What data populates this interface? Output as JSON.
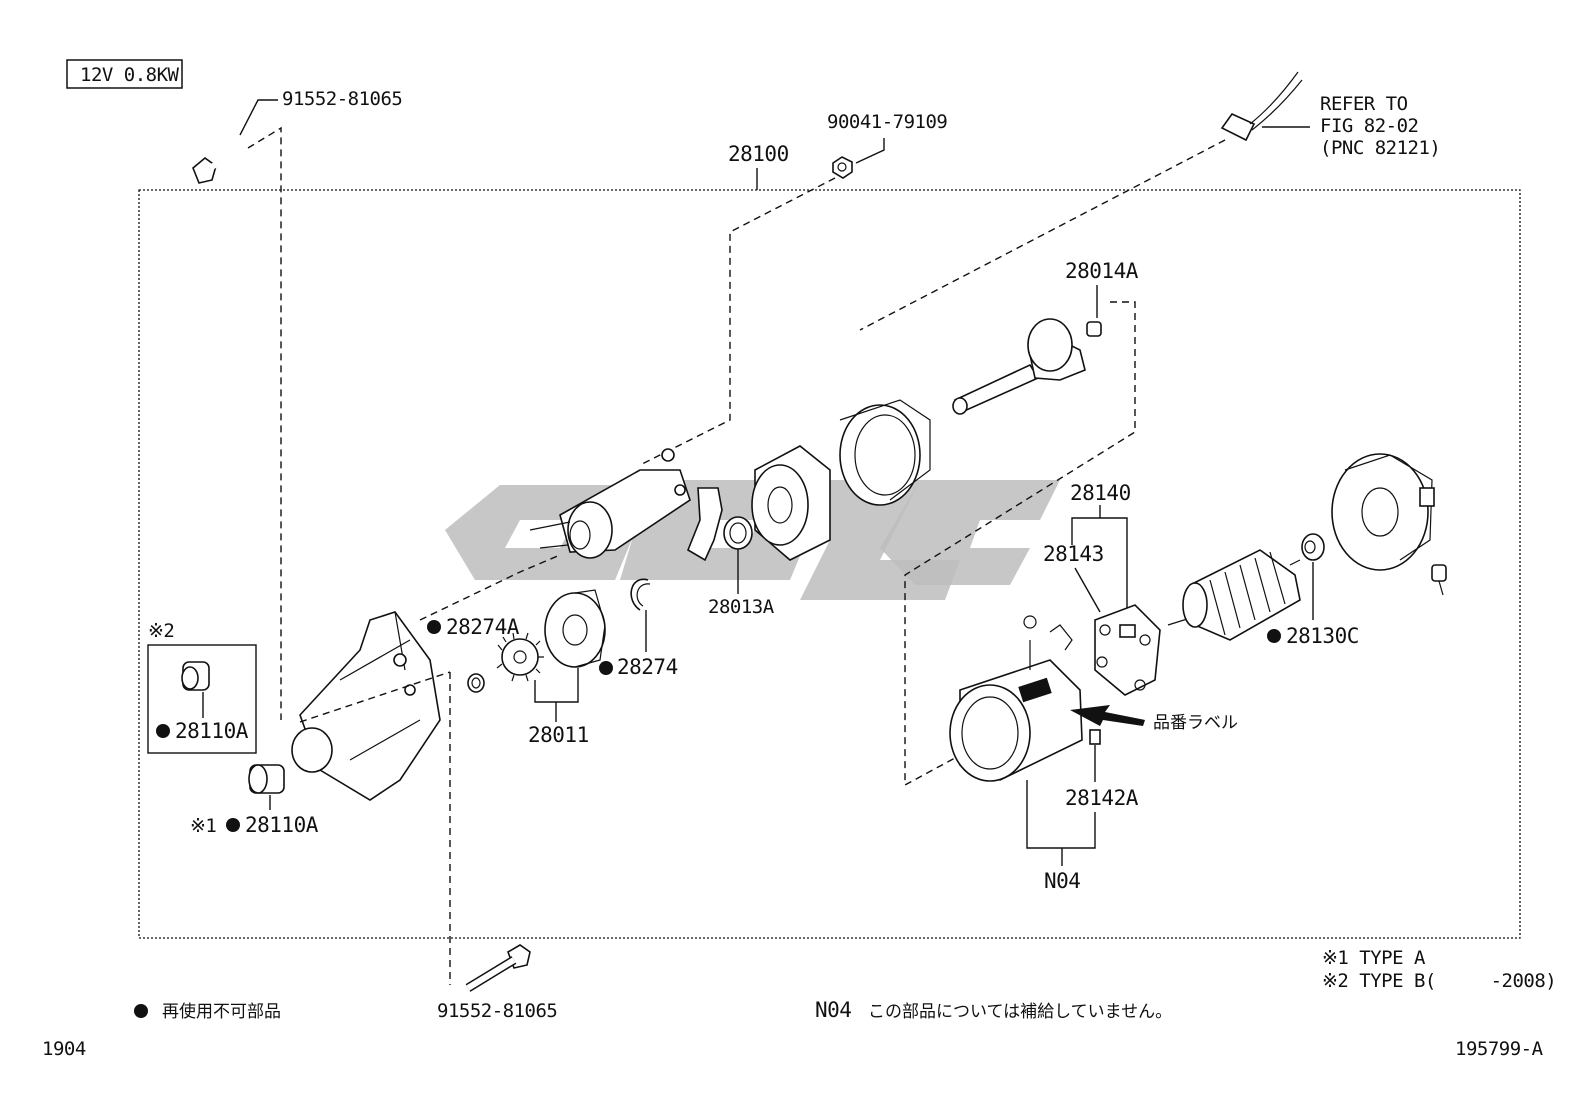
{
  "spec_box": "12V 0.8KW",
  "assembly_no": "28100",
  "parts": {
    "bolt_top": "91552-81065",
    "nut": "90041-79109",
    "pinion_shaft": "28014A",
    "brush_holder_group": "28140",
    "brush_holder": "28143",
    "bushing_end": "28130C",
    "lever_bushing": "28013A",
    "snap_ring": "28274",
    "stop_collar": "28274A",
    "pinion_clutch": "28011",
    "housing_bushing_b": "28110A",
    "housing_bushing_a": "28110A",
    "brush_spring": "28142A",
    "yoke": "N04",
    "bolt_bottom": "91552-81065"
  },
  "refer": [
    "REFER TO",
    "FIG 82-02",
    "(PNC 82121)"
  ],
  "marks": {
    "type_b_mark": "※2",
    "type_a_mark": "※1"
  },
  "label_arrow_text": "品番ラベル",
  "legend": {
    "bullet_note": "再使用不可部品",
    "n04_code": "N04",
    "n04_note": "この部品については補給していません。",
    "type_a": "※1 TYPE A",
    "type_b": "※2 TYPE B(     -2008)"
  },
  "footer": {
    "left": "1904",
    "right": "195799-A"
  }
}
